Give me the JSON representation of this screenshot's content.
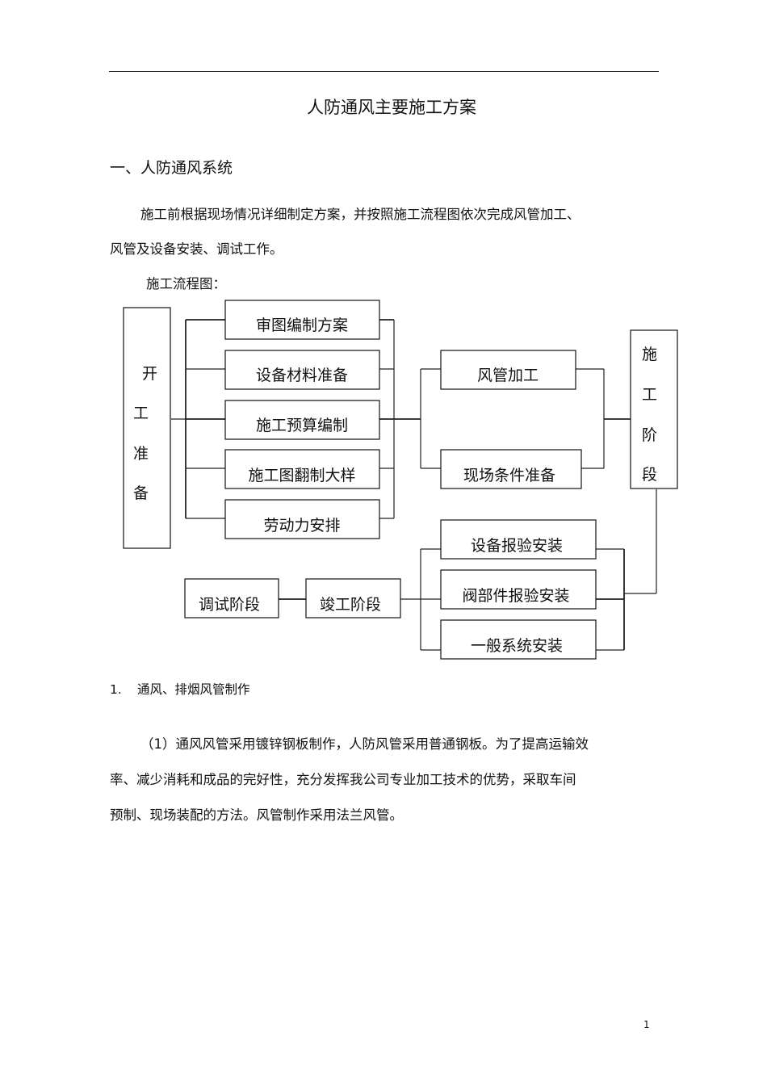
{
  "page_title": "人防通风主要施工方案",
  "section1": {
    "heading": "一、人防通风系统",
    "para_line1": "施工前根据现场情况详细制定方案，并按照施工流程图依次完成风管加工、",
    "para_line2": "风管及设备安装、调试工作。",
    "flow_label": "施工流程图："
  },
  "flowchart": {
    "start": [
      "开",
      "工",
      "准",
      "备"
    ],
    "prep_steps": [
      "审图编制方案",
      "设备材料准备",
      "施工预算编制",
      "施工图翻制大样",
      "劳动力安排"
    ],
    "mid_steps": [
      "风管加工",
      "现场条件准备"
    ],
    "construction": [
      "施",
      "工",
      "阶",
      "段"
    ],
    "install_steps": [
      "设备报验安装",
      "阀部件报验安装",
      "一般系统安装"
    ],
    "completion": "竣工阶段",
    "testing": "调试阶段"
  },
  "subsection": {
    "number": "1.",
    "heading": "通风、排烟风管制作",
    "para_line1": "（1）通风风管采用镀锌钢板制作，人防风管采用普通钢板。为了提高运输效",
    "para_line2": "率、减少消耗和成品的完好性，充分发挥我公司专业加工技术的优势，采取车间",
    "para_line3": "预制、现场装配的方法。风管制作采用法兰风管。"
  },
  "page_number": "1"
}
